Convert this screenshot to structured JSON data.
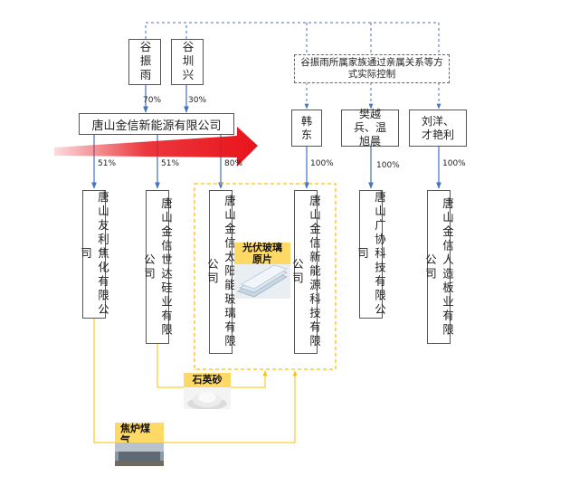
{
  "shareholders": {
    "gu_zhenyu": "谷振雨",
    "gu_chuanxing": "谷圳兴"
  },
  "parent": "唐山金信新能源有限公司",
  "family_note": "谷振雨所属家族通过亲属关系等方式实际控制",
  "related_holders": {
    "han_dong": "韩东",
    "fan_wen": "樊越兵、温旭晨",
    "liu_cai": "刘洋、才艳利"
  },
  "percentages": {
    "gu_zhenyu": "70%",
    "gu_chuanxing": "30%",
    "youli": "51%",
    "shida": "51%",
    "taiyang": "80%",
    "jinxin_tech": "100%",
    "guangxie": "100%",
    "renzao": "100%"
  },
  "subsidiaries": {
    "youli": "唐山友利焦化有限公司",
    "shida": "唐山金信世达硅业有限公司",
    "taiyang": "唐山金信太阳能玻璃有限公司",
    "jinxin_tech": "唐山金信新能源科技有限公司",
    "guangxie": "唐山广协科技有限公司",
    "renzao": "唐山金信人造板业有限公司"
  },
  "materials": {
    "glass": "光伏玻璃原片",
    "quartz": "石英砂",
    "gas": "焦炉煤气"
  },
  "colors": {
    "arrow_red": "#e8141b",
    "blue_line": "#4472c4",
    "yellow_line": "#ffc000",
    "label_bg": "#ffd966"
  }
}
